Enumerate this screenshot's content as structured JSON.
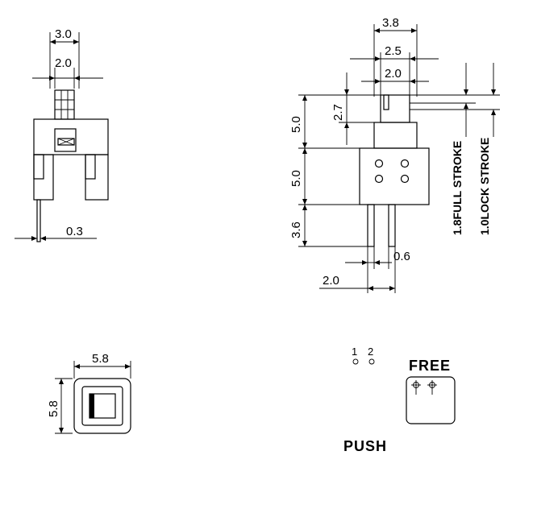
{
  "side_view": {
    "dim_top": "3.0",
    "dim_inner": "2.0",
    "dim_pin": "0.3"
  },
  "front_view": {
    "dim_width": "3.8",
    "dim_stem": "2.5",
    "dim_inner": "2.0",
    "dim_head": "2.7",
    "dim_upper": "5.0",
    "dim_body": "5.0",
    "dim_pins": "3.6",
    "dim_pin_width": "0.6",
    "dim_pin_pitch": "2.0",
    "full_stroke": "1.8FULL STROKE",
    "lock_stroke": "1.0LOCK STROKE"
  },
  "top_view": {
    "dim_w": "5.8",
    "dim_h": "5.8"
  },
  "schematic": {
    "pin1": "1",
    "pin2": "2",
    "free_label": "FREE",
    "push_label": "PUSH"
  }
}
